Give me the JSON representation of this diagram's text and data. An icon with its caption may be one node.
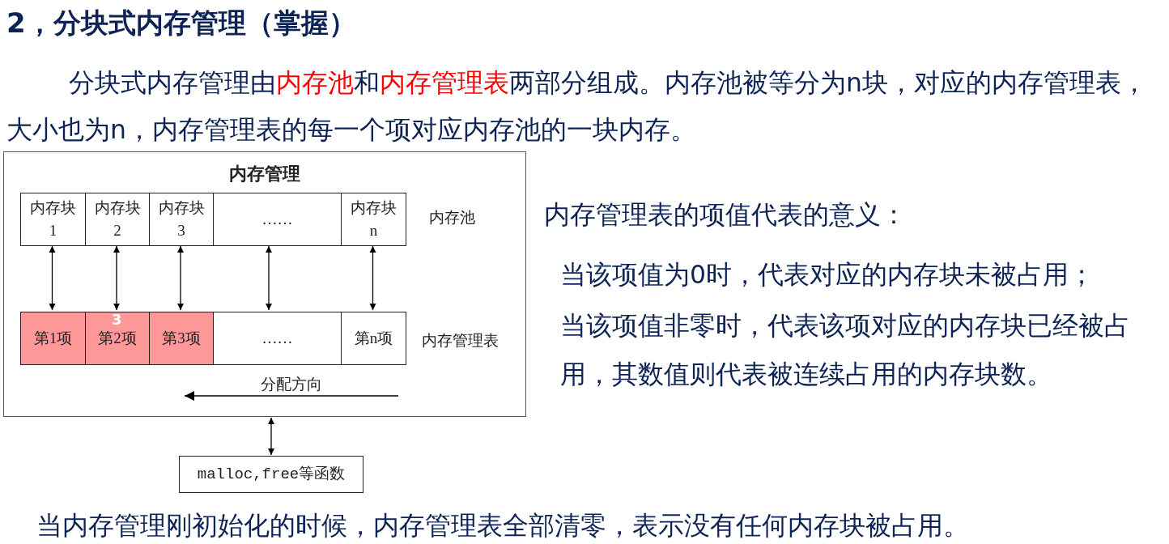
{
  "diagram": {
    "title": "2，分块式内存管理（掌握）",
    "nodes": [
      {
        "text": [
          "内存管理"
        ]
      },
      {
        "text": [
          "内存块 1"
        ],
        "in": 0
      },
      {
        "text": [
          "内存块 2"
        ],
        "in": 0
      },
      {
        "text": [
          "内存块 3"
        ],
        "in": 0
      },
      {
        "text": [
          "……"
        ],
        "in": 0
      },
      {
        "text": [
          "内存块 n"
        ],
        "in": 0
      },
      {
        "text": [
          "第1项"
        ],
        "in": 0
      },
      {
        "text": [
          "第2项"
        ],
        "in": 0
      },
      {
        "text": [
          "第3项"
        ],
        "in": 0
      },
      {
        "text": [
          "……"
        ],
        "in": 0
      },
      {
        "text": [
          "第n项"
        ],
        "in": 0
      },
      {
        "text": [
          "malloc,free等函数"
        ]
      }
    ],
    "edges": [
      {
        "from": 1,
        "to": 6,
        "arrow": "both"
      },
      {
        "from": 2,
        "to": 7,
        "arrow": "both"
      },
      {
        "from": 3,
        "to": 8,
        "arrow": "both"
      },
      {
        "from": 4,
        "to": 9,
        "arrow": "both"
      },
      {
        "from": 5,
        "to": 10,
        "arrow": "both"
      },
      {
        "from": 0,
        "to": 11,
        "arrow": "both"
      }
    ],
    "labels": [
      "分块式内存管理由",
      "内存池",
      "和",
      "内存管理表",
      "两部分组成。内存池被等分为n块，对应的内存管理表，大小也为n，内存管理表的每一个项对应内存池的一块内存。",
      "内存池",
      "内存管理表",
      "分配方向",
      "3",
      "内存管理表的项值代表的意义：",
      "当该项值为0时，代表对应的内存块未被占用；",
      "当该项值非零时，代表该项对应的内存块已经被占用，其数值则代表被连续占用的内存块数。",
      "当内存管理刚初始化的时候，内存管理表全部清零，表示没有任何内存块被占用。"
    ]
  }
}
